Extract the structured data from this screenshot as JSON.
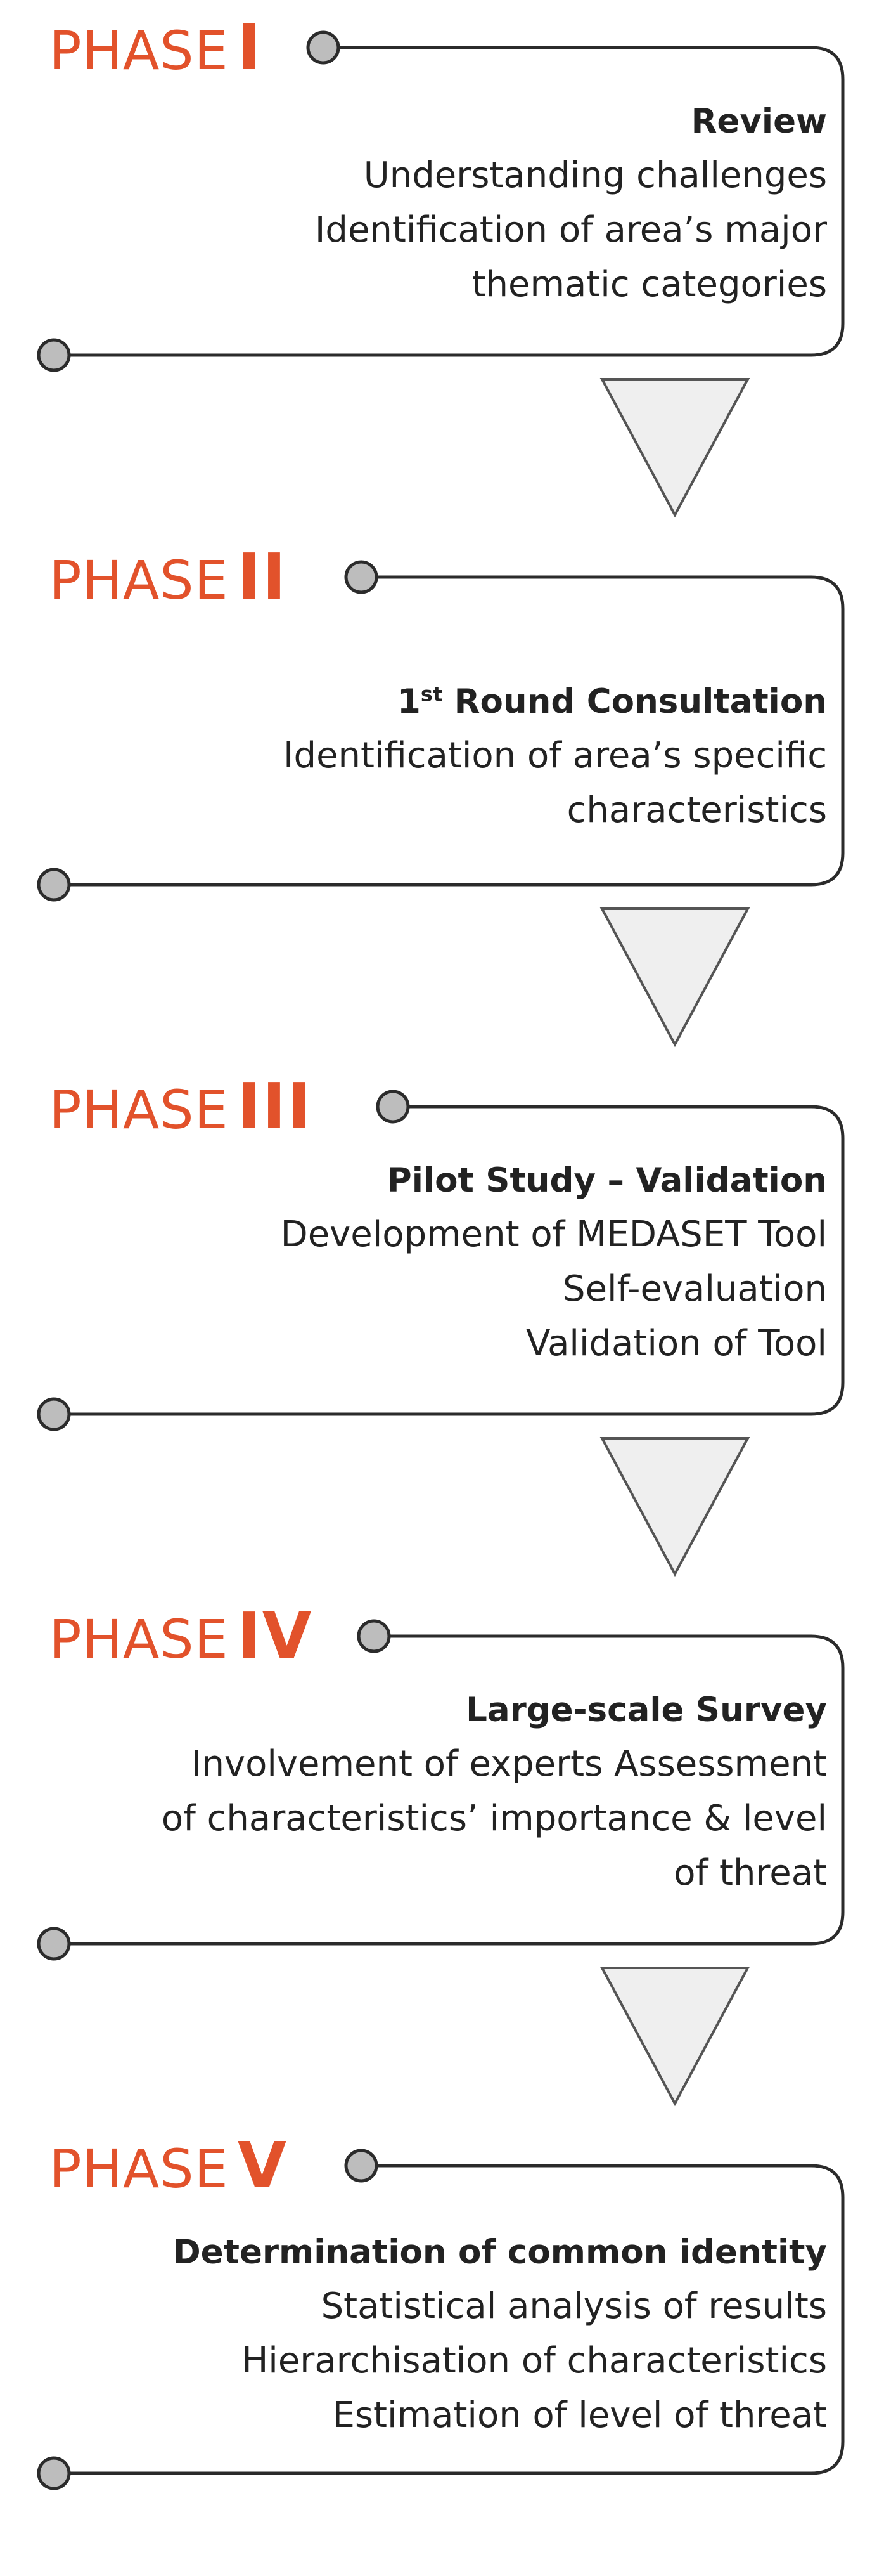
{
  "diagram": {
    "phases": [
      {
        "word": "PHASE",
        "numeral": "I",
        "heading": "Review",
        "lines": [
          "Understanding challenges",
          "Identification of area’s major",
          "thematic categories"
        ]
      },
      {
        "word": "PHASE",
        "numeral": "II",
        "heading_main": "1",
        "heading_sup": "st",
        "heading_rest": " Round Consultation",
        "lines": [
          "Identification of area’s specific",
          "characteristics"
        ]
      },
      {
        "word": "PHASE",
        "numeral": "III",
        "heading": "Pilot Study – Validation",
        "lines": [
          "Development of MEDASET Tool",
          "Self-evaluation",
          "Validation of Tool"
        ]
      },
      {
        "word": "PHASE",
        "numeral": "IV",
        "heading": "Large-scale Survey",
        "lines": [
          "Involvement of experts Assessment",
          "of characteristics’ importance & level",
          "of threat"
        ]
      },
      {
        "word": "PHASE",
        "numeral": "V",
        "heading": "Determination of common identity",
        "lines": [
          "Statistical analysis of results",
          "Hierarchisation of characteristics",
          "Estimation of level of threat"
        ]
      }
    ],
    "colors": {
      "phase_title": "#e2522b",
      "line": "#2b2b2b",
      "node_fill": "#bdbdbd",
      "arrow_fill": "#efefef",
      "arrow_stroke": "#555555",
      "text": "#222222"
    },
    "icons": {
      "node": "circle-node-icon",
      "arrow": "down-triangle-arrow-icon"
    }
  }
}
